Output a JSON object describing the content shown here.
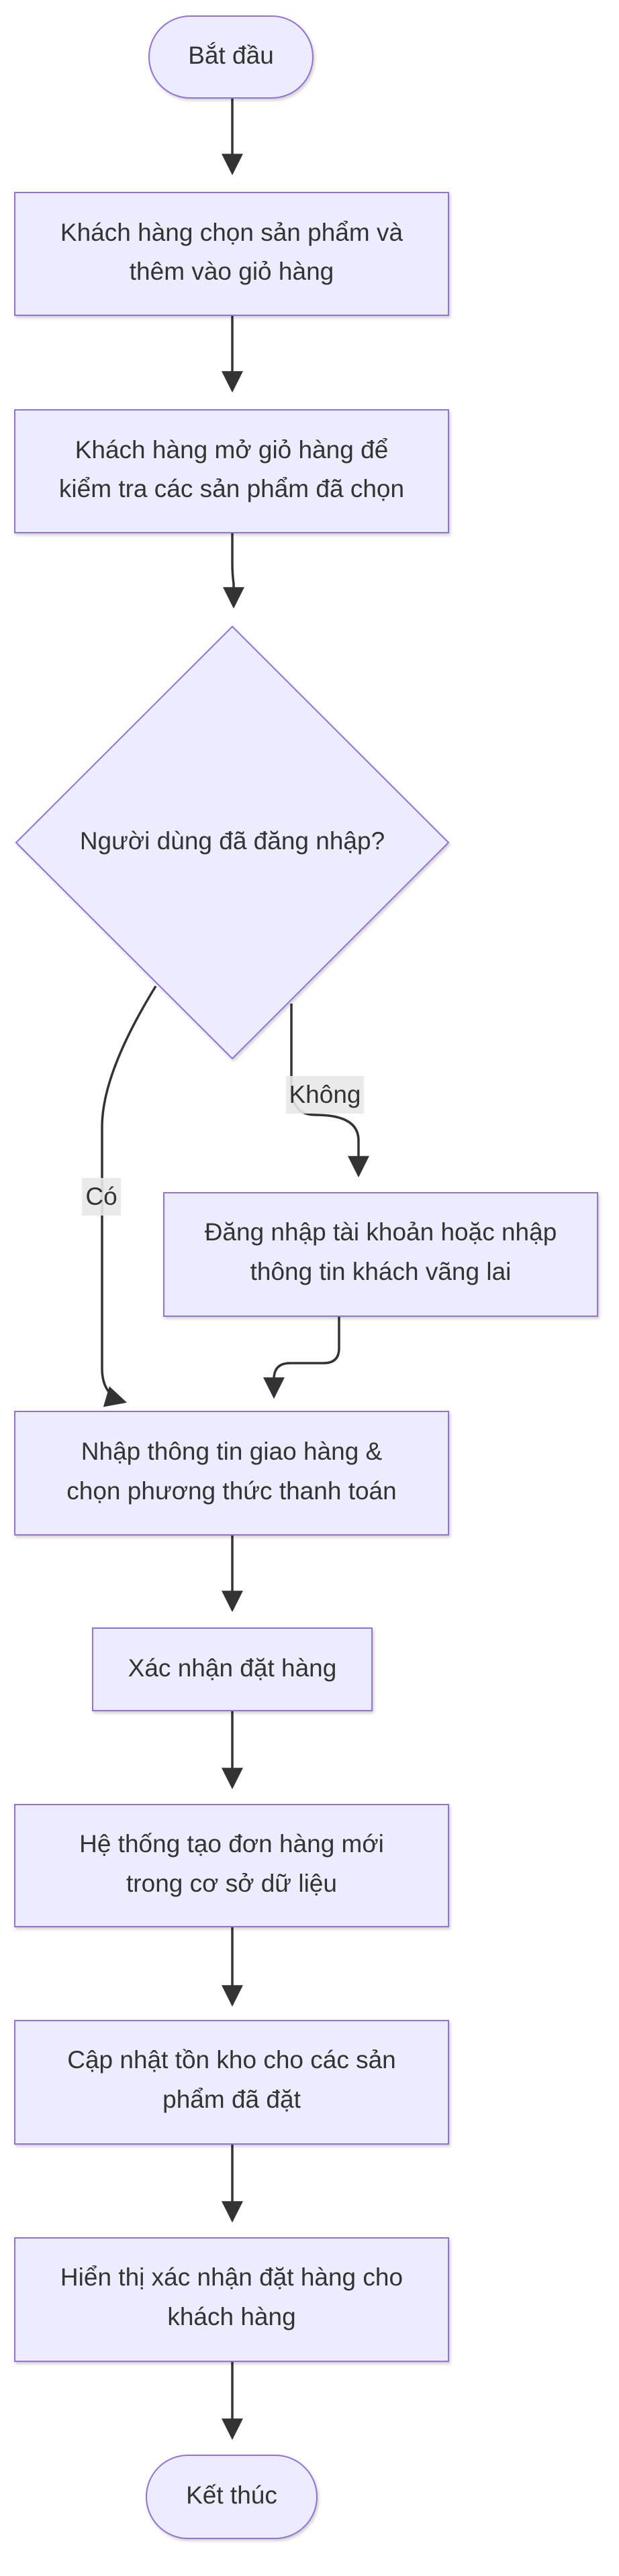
{
  "nodes": {
    "start": {
      "lines": [
        "Bắt đầu"
      ]
    },
    "select_products": {
      "lines": [
        "Khách hàng chọn sản phẩm và",
        "thêm vào giỏ hàng"
      ]
    },
    "open_cart": {
      "lines": [
        "Khách hàng mở giỏ hàng để",
        "kiểm tra các sản phẩm đã chọn"
      ]
    },
    "logged_in": {
      "lines": [
        "Người dùng đã đăng nhập?"
      ]
    },
    "login": {
      "lines": [
        "Đăng nhập tài khoản hoặc nhập",
        "thông tin khách vãng lai"
      ]
    },
    "shipping": {
      "lines": [
        "Nhập thông tin giao hàng &",
        "chọn phương thức thanh toán"
      ]
    },
    "confirm": {
      "lines": [
        "Xác nhận đặt hàng"
      ]
    },
    "create_order": {
      "lines": [
        "Hệ thống tạo đơn hàng mới",
        "trong cơ sở dữ liệu"
      ]
    },
    "update_stock": {
      "lines": [
        "Cập nhật tồn kho cho các sản",
        "phẩm đã đặt"
      ]
    },
    "show_confirmation": {
      "lines": [
        "Hiển thị xác nhận đặt hàng cho",
        "khách hàng"
      ]
    },
    "end": {
      "lines": [
        "Kết thúc"
      ]
    }
  },
  "edges": [
    {
      "from": "start",
      "to": "select_products",
      "label": ""
    },
    {
      "from": "select_products",
      "to": "open_cart",
      "label": ""
    },
    {
      "from": "open_cart",
      "to": "logged_in",
      "label": ""
    },
    {
      "from": "logged_in",
      "to": "shipping",
      "label": "Có"
    },
    {
      "from": "logged_in",
      "to": "login",
      "label": "Không"
    },
    {
      "from": "login",
      "to": "shipping",
      "label": ""
    },
    {
      "from": "shipping",
      "to": "confirm",
      "label": ""
    },
    {
      "from": "confirm",
      "to": "create_order",
      "label": ""
    },
    {
      "from": "create_order",
      "to": "update_stock",
      "label": ""
    },
    {
      "from": "update_stock",
      "to": "show_confirmation",
      "label": ""
    },
    {
      "from": "show_confirmation",
      "to": "end",
      "label": ""
    }
  ],
  "colors": {
    "node_fill": "#ECECFF",
    "node_stroke": "#9370DB",
    "edge": "#333333",
    "text": "#333333",
    "label_bg": "#E8E8E8"
  }
}
